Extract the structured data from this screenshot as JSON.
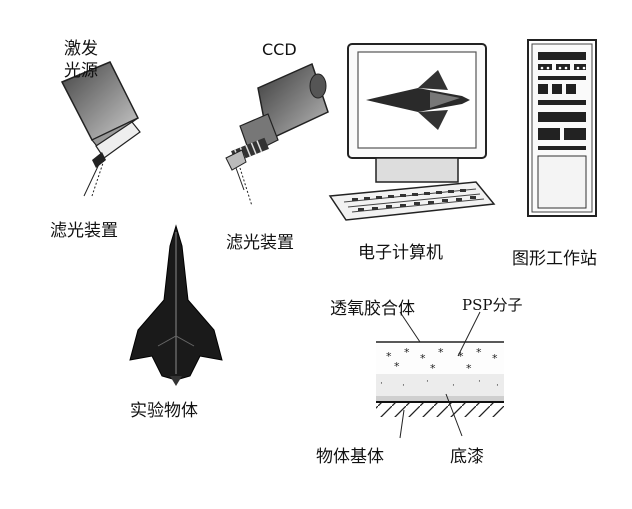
{
  "labels": {
    "light_source": [
      "激发",
      "光源"
    ],
    "ccd": "CCD",
    "filter_left": "滤光装置",
    "filter_right": "滤光装置",
    "computer": "电子计算机",
    "workstation": "图形工作站",
    "test_object": "实验物体",
    "binder": "透氧胶合体",
    "psp_molecules": "PSP分子",
    "substrate": "物体基体",
    "primer": "底漆"
  }
}
